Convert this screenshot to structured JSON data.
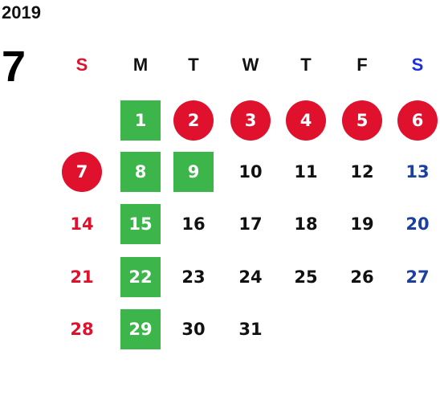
{
  "calendar": {
    "year": "2019",
    "month": "7",
    "weekdays": [
      "S",
      "M",
      "T",
      "W",
      "T",
      "F",
      "S"
    ],
    "colors": {
      "sunday": "#e0112d",
      "saturday": "#1c3fa0",
      "weekday": "#111111",
      "highlight_green": "#3cb54a",
      "highlight_red": "#e0112d"
    },
    "weeks": [
      [
        null,
        {
          "d": "1",
          "m": "green"
        },
        {
          "d": "2",
          "m": "red"
        },
        {
          "d": "3",
          "m": "red"
        },
        {
          "d": "4",
          "m": "red"
        },
        {
          "d": "5",
          "m": "red"
        },
        {
          "d": "6",
          "m": "red"
        }
      ],
      [
        {
          "d": "7",
          "m": "red"
        },
        {
          "d": "8",
          "m": "green"
        },
        {
          "d": "9",
          "m": "green"
        },
        {
          "d": "10"
        },
        {
          "d": "11"
        },
        {
          "d": "12"
        },
        {
          "d": "13"
        }
      ],
      [
        {
          "d": "14"
        },
        {
          "d": "15",
          "m": "green"
        },
        {
          "d": "16"
        },
        {
          "d": "17"
        },
        {
          "d": "18"
        },
        {
          "d": "19"
        },
        {
          "d": "20"
        }
      ],
      [
        {
          "d": "21"
        },
        {
          "d": "22",
          "m": "green"
        },
        {
          "d": "23"
        },
        {
          "d": "24"
        },
        {
          "d": "25"
        },
        {
          "d": "26"
        },
        {
          "d": "27"
        }
      ],
      [
        {
          "d": "28"
        },
        {
          "d": "29",
          "m": "green"
        },
        {
          "d": "30"
        },
        {
          "d": "31"
        },
        null,
        null,
        null
      ]
    ]
  }
}
